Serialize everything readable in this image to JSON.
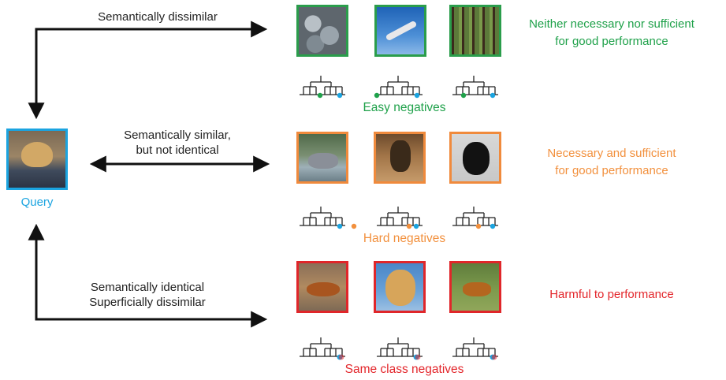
{
  "colors": {
    "easy": "#1fa14a",
    "hard": "#f2903d",
    "same": "#e3262b",
    "query": "#1ba4e0",
    "arrow": "#111111",
    "leaf_blue": "#1ba4e0"
  },
  "query": {
    "label": "Query",
    "image_icon": "puppy-photo-icon"
  },
  "arrows": {
    "top_label": "Semantically dissimilar",
    "middle_label_line1": "Semantically similar,",
    "middle_label_line2": "but not identical",
    "bottom_label_line1": "Semantically identical",
    "bottom_label_line2": "Superficially dissimilar"
  },
  "groups": {
    "easy": {
      "label": "Easy negatives",
      "note_line1": "Neither necessary nor sufficient",
      "note_line2": "for good performance",
      "images": [
        "rocks-photo-icon",
        "airplane-photo-icon",
        "forest-photo-icon"
      ]
    },
    "hard": {
      "label": "Hard negatives",
      "note_line1": "Necessary and sufficient",
      "note_line2": "for good performance",
      "images": [
        "dog-in-water-photo-icon",
        "shepherd-dog-photo-icon",
        "bernese-dog-photo-icon"
      ]
    },
    "same": {
      "label": "Same class negatives",
      "note_line1": "Harmful to performance",
      "images": [
        "retriever-lying-photo-icon",
        "retriever-face-photo-icon",
        "retriever-field-photo-icon"
      ]
    }
  }
}
